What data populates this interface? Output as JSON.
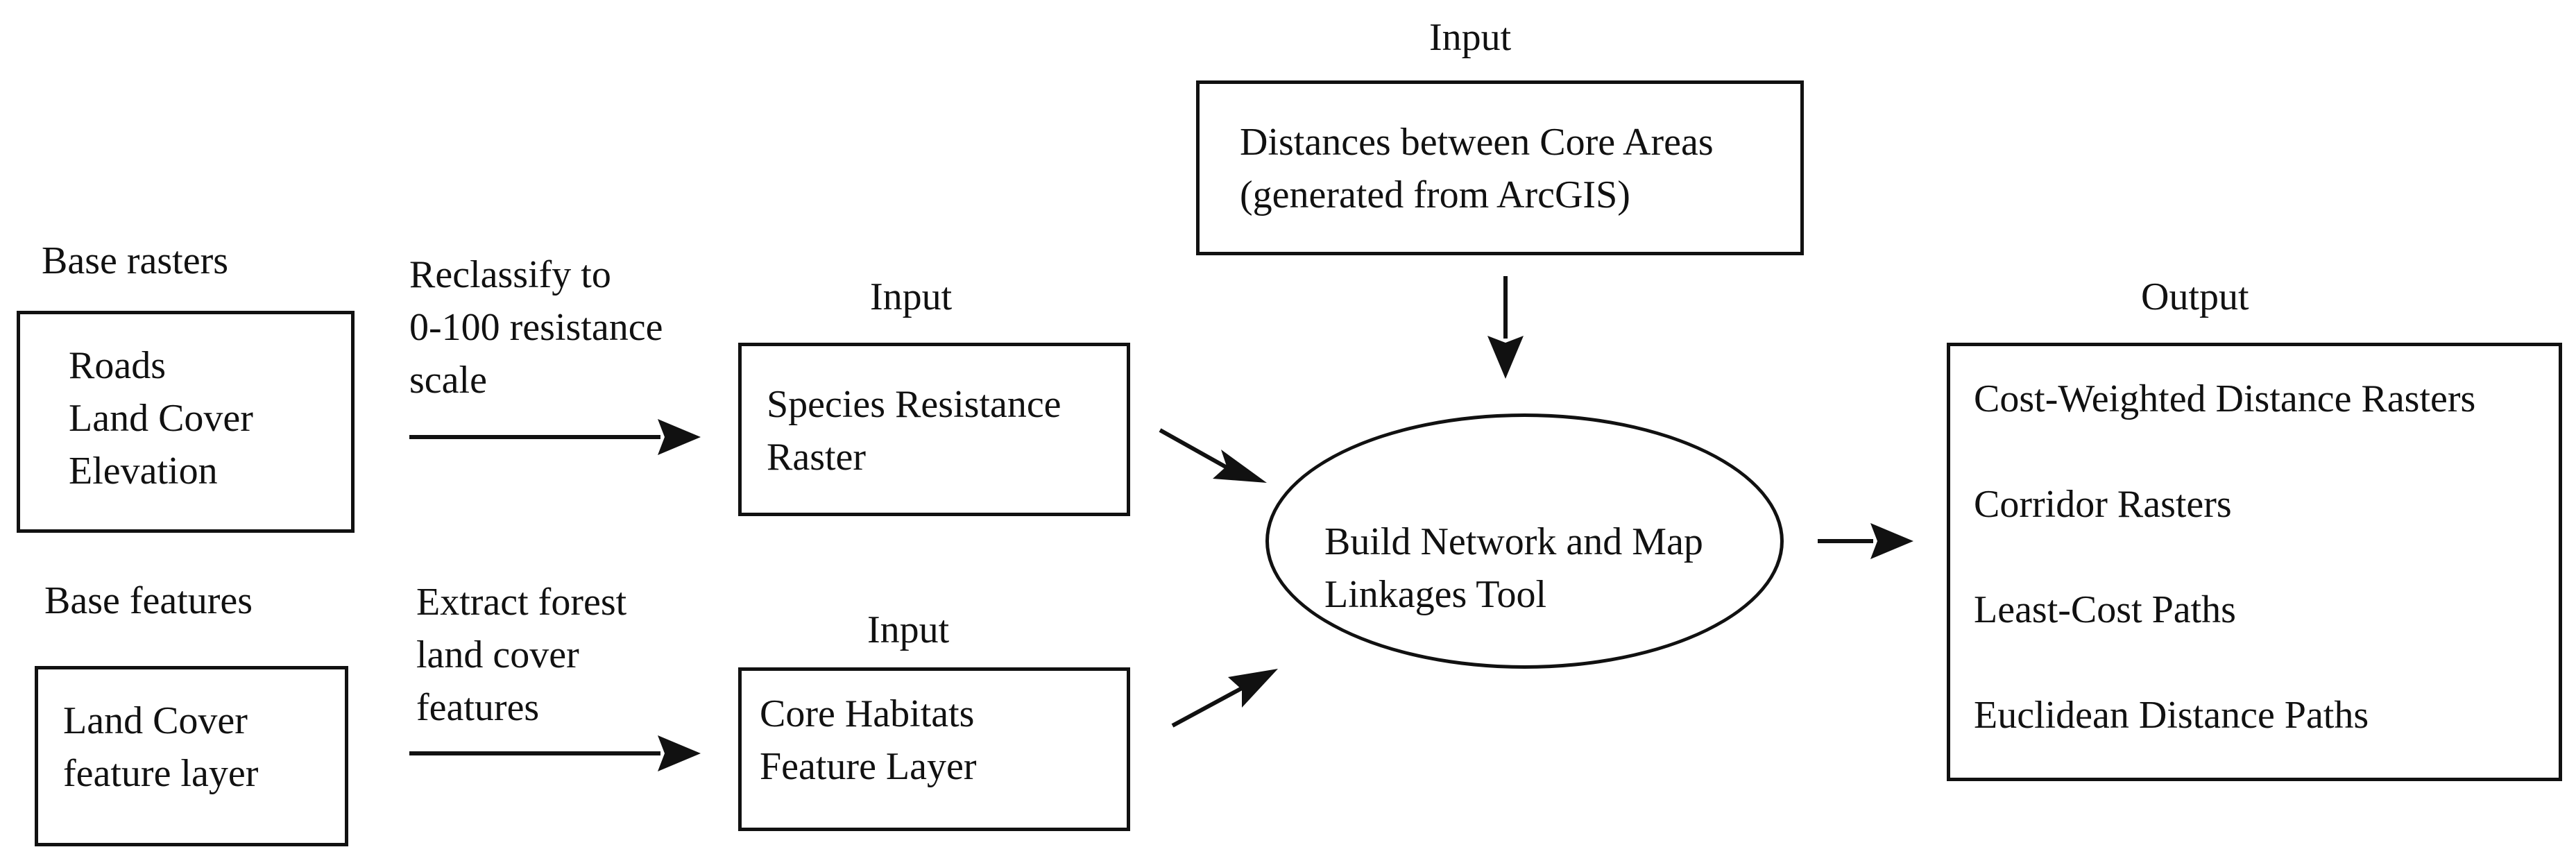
{
  "diagram": {
    "base_rasters": {
      "label": "Base rasters",
      "lines": [
        "Roads",
        "Land Cover",
        "Elevation"
      ]
    },
    "base_features": {
      "label": "Base features",
      "lines": [
        "Land Cover",
        "feature layer"
      ]
    },
    "step_reclassify": {
      "lines": [
        "Reclassify to",
        "0-100 resistance",
        "scale"
      ]
    },
    "step_extract": {
      "lines": [
        "Extract forest",
        "land cover",
        "features"
      ]
    },
    "resistance_input": {
      "label": "Input",
      "lines": [
        "Species Resistance",
        "Raster"
      ]
    },
    "core_input": {
      "label": "Input",
      "lines": [
        "Core Habitats",
        "Feature Layer"
      ]
    },
    "distances_input": {
      "label": "Input",
      "lines": [
        "Distances between Core Areas",
        "(generated from ArcGIS)"
      ]
    },
    "tool": {
      "lines": [
        "Build Network and Map",
        "Linkages Tool"
      ]
    },
    "output": {
      "label": "Output",
      "items": [
        "Cost-Weighted Distance Rasters",
        "Corridor Rasters",
        "Least-Cost Paths",
        "Euclidean Distance Paths"
      ]
    }
  }
}
